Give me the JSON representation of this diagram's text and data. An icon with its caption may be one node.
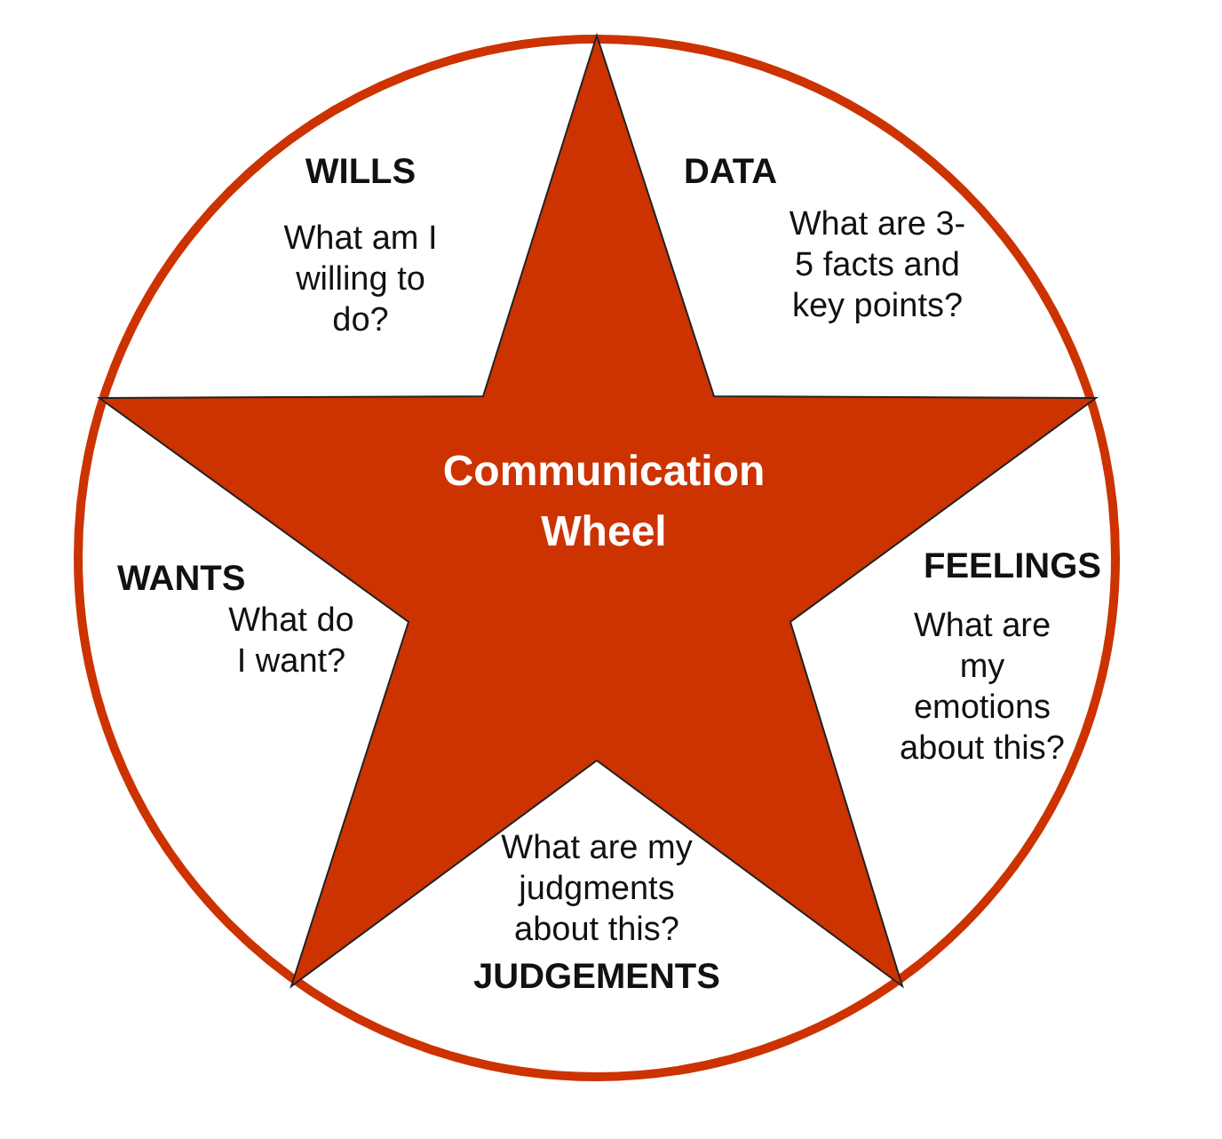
{
  "diagram": {
    "nodes": [
      {
        "text": [],
        "shape": "circle"
      },
      {
        "text": [
          "Communication Wheel"
        ],
        "in": 0
      },
      {
        "text": [
          "WILLS",
          "What am I willing to do?"
        ],
        "in": 0
      },
      {
        "text": [
          "DATA",
          "What are 3-5 facts and key points?"
        ],
        "in": 0
      },
      {
        "text": [
          "WANTS",
          "What do I want?"
        ],
        "in": 0
      },
      {
        "text": [
          "FEELINGS",
          "What are my emotions about this?"
        ],
        "in": 0
      },
      {
        "text": [
          "What are my judgments about this?",
          "JUDGEMENTS"
        ],
        "in": 0
      }
    ]
  }
}
